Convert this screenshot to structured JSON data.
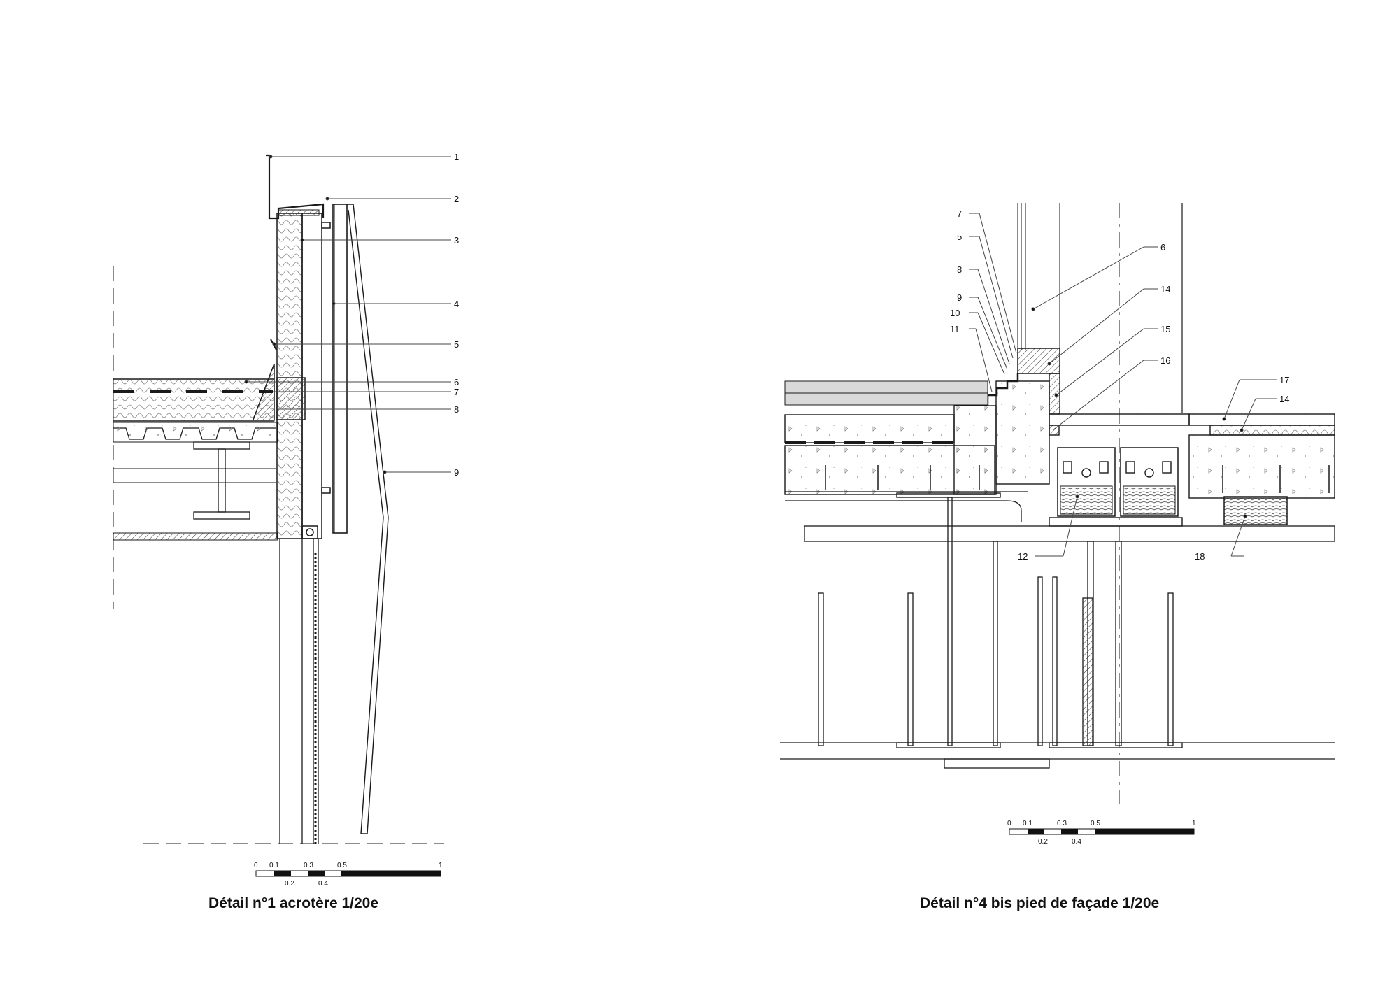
{
  "detail1": {
    "caption": "Détail n°1 acrotère 1/20e",
    "callouts": [
      "1",
      "2",
      "3",
      "4",
      "5",
      "6",
      "7",
      "8",
      "9"
    ],
    "scale_bar": {
      "labels_top": [
        "0",
        "0.1",
        "0.3",
        "0.5",
        "1"
      ],
      "labels_bottom": [
        "0.2",
        "0.4"
      ]
    }
  },
  "detail2": {
    "caption": "Détail n°4 bis pied de façade 1/20e",
    "callouts": [
      "7",
      "5",
      "8",
      "9",
      "10",
      "11",
      "6",
      "14",
      "15",
      "16",
      "17",
      "14",
      "12",
      "18"
    ],
    "scale_bar": {
      "labels_top": [
        "0",
        "0.1",
        "0.3",
        "0.5",
        "1"
      ],
      "labels_bottom": [
        "0.2",
        "0.4"
      ]
    }
  },
  "colors": {
    "ink": "#1a1a1a",
    "background": "#ffffff"
  }
}
